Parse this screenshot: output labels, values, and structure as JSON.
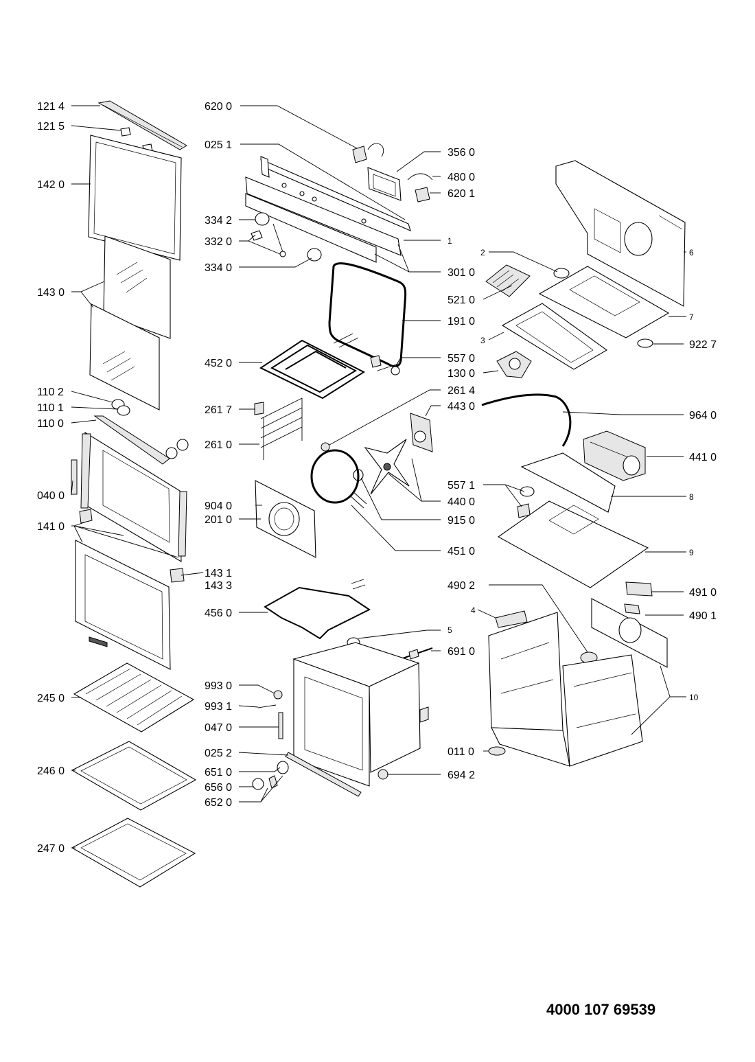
{
  "document_number": "4000 107 69539",
  "callouts": {
    "c1214": "121 4",
    "c1215": "121 5",
    "c1420": "142 0",
    "c1430": "143 0",
    "c1102": "110 2",
    "c1101": "110 1",
    "c1100": "110 0",
    "c0400": "040 0",
    "c1410": "141 0",
    "c2450": "245 0",
    "c2460": "246 0",
    "c2470": "247 0",
    "c6200": "620 0",
    "c0251": "025 1",
    "c3342": "334 2",
    "c3320": "332 0",
    "c3340": "334 0",
    "c4520": "452 0",
    "c2617": "261 7",
    "c2610": "261 0",
    "c9040": "904 0",
    "c2010": "201 0",
    "c1431": "143 1",
    "c1433": "143 3",
    "c4560": "456 0",
    "c9930": "993 0",
    "c9931": "993 1",
    "c0470": "047 0",
    "c0252": "025 2",
    "c6510": "651 0",
    "c6560": "656 0",
    "c6520": "652 0",
    "c3560": "356 0",
    "c4800": "480 0",
    "c6201": "620 1",
    "c1": "1",
    "c3010": "301 0",
    "c5210": "521 0",
    "c1910": "191 0",
    "c5570": "557 0",
    "c1300": "130 0",
    "c2614": "261 4",
    "c4430": "443 0",
    "c4400": "440 0",
    "c9150": "915 0",
    "c4510": "451 0",
    "c5": "5",
    "c6910": "691 0",
    "c6942": "694 2",
    "c2": "2",
    "c3": "3",
    "c6": "6",
    "c7": "7",
    "c9227": "922 7",
    "c9640": "964 0",
    "c4410": "441 0",
    "c5571": "557 1",
    "c8": "8",
    "c9": "9",
    "c4902": "490 2",
    "c4910": "491 0",
    "c4": "4",
    "c4901": "490 1",
    "c10": "10",
    "c0110": "011 0"
  }
}
